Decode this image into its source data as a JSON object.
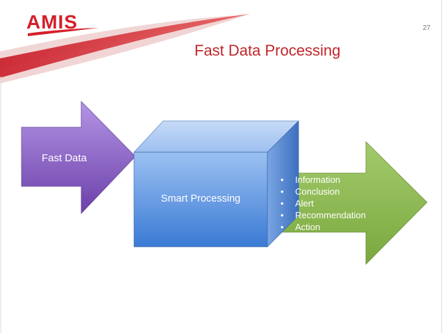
{
  "brand": {
    "logo_text": "AMIS"
  },
  "slide": {
    "page_number": "27",
    "title": "Fast Data Processing"
  },
  "diagram": {
    "input_label": "Fast Data",
    "process_label": "Smart Processing",
    "outputs": [
      "Information",
      "Conclusion",
      "Alert",
      "Recommendation",
      "Action"
    ]
  },
  "colors": {
    "brand_red": "#d4202a",
    "title_red": "#c0262b",
    "input_arrow": "#8a5cc2",
    "process_box": "#4a86d8",
    "output_arrow": "#8cbc50"
  }
}
